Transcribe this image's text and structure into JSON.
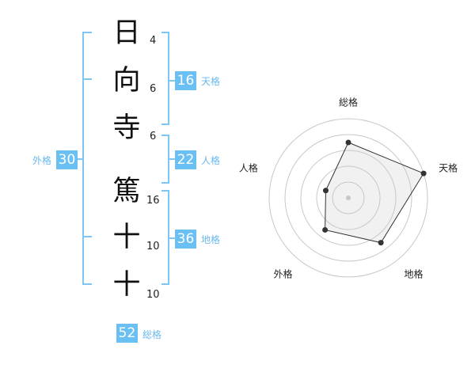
{
  "name": {
    "chars": [
      {
        "char": "日",
        "strokes": "4"
      },
      {
        "char": "向",
        "strokes": "6"
      },
      {
        "char": "寺",
        "strokes": "6"
      },
      {
        "char": "篤",
        "strokes": "16"
      },
      {
        "char": "十",
        "strokes": "10"
      },
      {
        "char": "十",
        "strokes": "10"
      }
    ]
  },
  "fortunes": {
    "tenkaku": {
      "value": "16",
      "label": "天格"
    },
    "jinkaku": {
      "value": "22",
      "label": "人格"
    },
    "chikaku": {
      "value": "36",
      "label": "地格"
    },
    "gaikaku": {
      "value": "30",
      "label": "外格"
    },
    "soukaku": {
      "value": "52",
      "label": "総格"
    }
  },
  "colors": {
    "accent": "#6ac0f2",
    "line": "#7fc7f3"
  },
  "chart_data": {
    "type": "radar",
    "axes": [
      "総格",
      "天格",
      "地格",
      "外格",
      "人格"
    ],
    "values": [
      3.5,
      5,
      3.5,
      2.5,
      1.5
    ],
    "max": 5
  }
}
